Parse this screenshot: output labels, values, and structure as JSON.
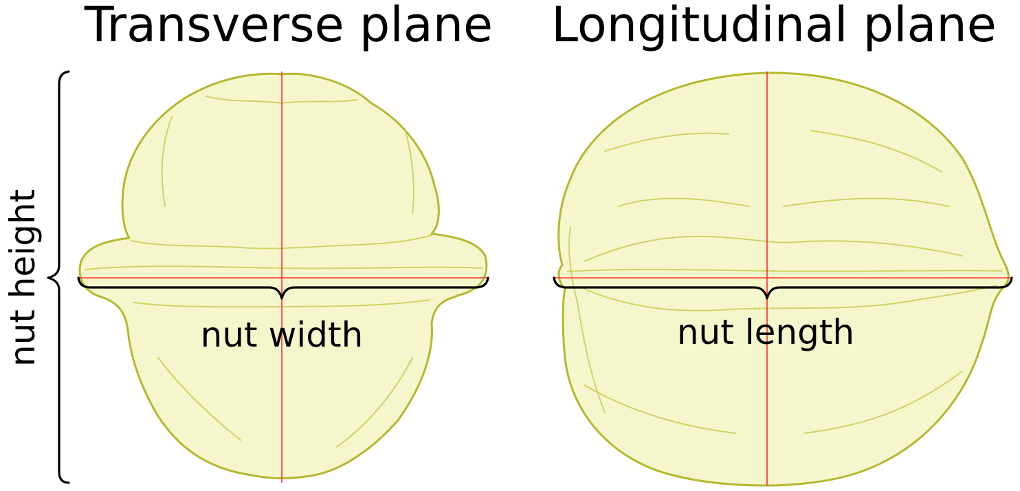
{
  "titles": {
    "transverse": "Transverse plane",
    "longitudinal": "Longitudinal plane"
  },
  "labels": {
    "height": "nut height",
    "width": "nut width",
    "length": "nut length"
  },
  "colors": {
    "nut_fill": "#eaeb8f",
    "nut_outline": "#b5b72e",
    "axis": "#ff2a2a",
    "brace": "#000000"
  }
}
